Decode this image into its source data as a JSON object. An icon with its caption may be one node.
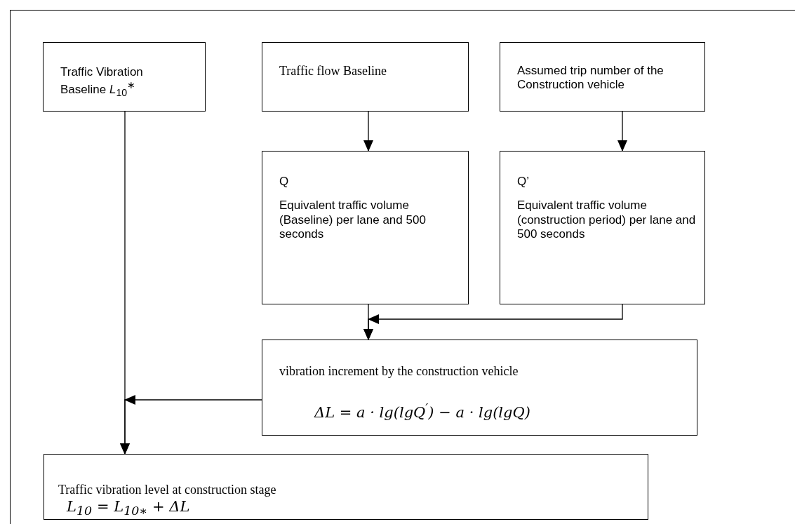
{
  "diagram": {
    "nodes": [
      {
        "text": [
          "Traffic Vibration Baseline *L*$_{10}$$^{∗}$"
        ]
      },
      {
        "text": [
          "Traffic flow Baseline"
        ]
      },
      {
        "text": [
          "Assumed trip number of the Construction vehicle"
        ]
      },
      {
        "text": [
          "Q",
          "Equivalent traffic volume (Baseline) per lane and 500 seconds"
        ]
      },
      {
        "text": [
          "Q’",
          "Equivalent traffic volume (construction period) per lane and 500 seconds"
        ]
      },
      {
        "text": [
          "vibration increment by the construction vehicle",
          "ΔL = a · lg(lgQ$^{′}$) − a · lg(lgQ)"
        ]
      },
      {
        "text": [
          "Traffic vibration level at construction stage",
          "L$_{10}$ = L$_{10∗}$ + ΔL"
        ]
      }
    ],
    "edges": [
      {
        "from": 0,
        "to": 6,
        "arrow": "to"
      },
      {
        "from": 1,
        "to": 3,
        "arrow": "to"
      },
      {
        "from": 2,
        "to": 4,
        "arrow": "to"
      },
      {
        "from": 3,
        "to": 5,
        "arrow": "to"
      },
      {
        "from": 4,
        "to": 5,
        "arrow": "to"
      },
      {
        "from": 5,
        "to": 6,
        "arrow": "to"
      }
    ]
  }
}
